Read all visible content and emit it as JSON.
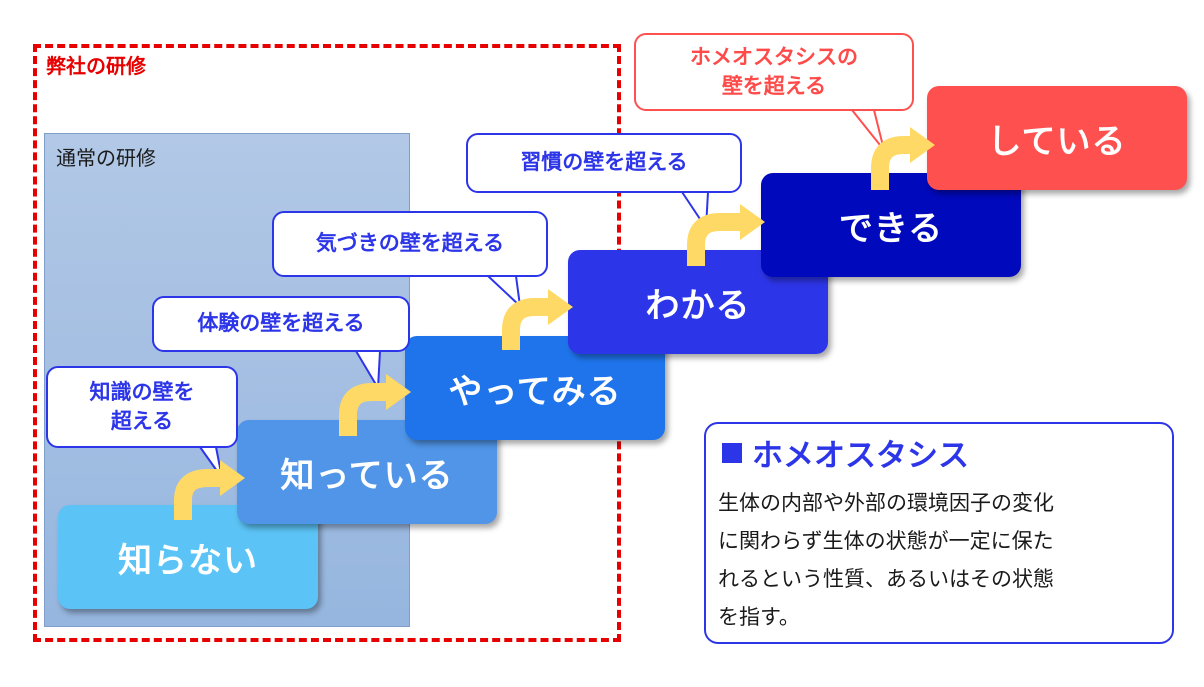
{
  "company_label": "弊社の研修",
  "normal_label": "通常の研修",
  "steps": [
    {
      "label": "知らない"
    },
    {
      "label": "知っている"
    },
    {
      "label": "やってみる"
    },
    {
      "label": "わかる"
    },
    {
      "label": "できる"
    },
    {
      "label": "している"
    }
  ],
  "bubbles": [
    {
      "line1": "知識の壁を",
      "line2": "超える"
    },
    {
      "line1": "体験の壁を超える"
    },
    {
      "line1": "気づきの壁を超える"
    },
    {
      "line1": "習慣の壁を超える"
    },
    {
      "line1": "ホメオスタシスの",
      "line2": "壁を超える"
    }
  ],
  "definition": {
    "title": "ホメオスタシス",
    "lines": [
      "生体の内部や外部の環境因子の変化",
      "に関わらず生体の状態が一定に保た",
      "れるという性質、あるいはその状態",
      "を指す。"
    ]
  },
  "colors": {
    "step1": "#5bc3f5",
    "step2": "#5095e8",
    "step3": "#1f74ec",
    "step4": "#2d35e8",
    "step5": "#0009bb",
    "step6": "#ff5050",
    "arrow": "#ffd966",
    "frame": "#e60000",
    "accent": "#2d35e8"
  }
}
